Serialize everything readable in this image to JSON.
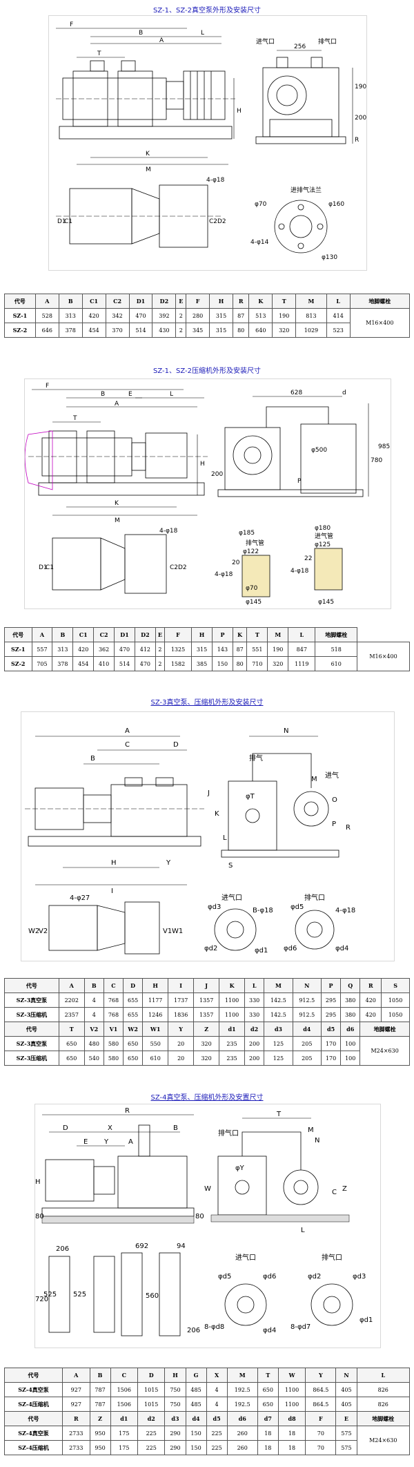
{
  "section1": {
    "title": "SZ-1、SZ-2真空泵外形及安装尺寸",
    "drawing_labels": {
      "dims_top": [
        "F",
        "B",
        "A",
        "L",
        "T"
      ],
      "h_label": "H",
      "k_label": "K",
      "m_label": "M",
      "side_top": "256",
      "side_190": "190",
      "side_200": "200",
      "side_r": "R",
      "inlet": "进气口",
      "outlet": "排气口",
      "foot_holes": "4-φ18",
      "plan_c1": "C1",
      "plan_d1": "D1",
      "plan_c2": "C2",
      "plan_d2": "D2",
      "flange_title": "进排气法兰",
      "phi70": "φ70",
      "phi160": "φ160",
      "phi14": "4-φ14",
      "phi130": "φ130"
    },
    "table": {
      "headers": [
        "代号",
        "A",
        "B",
        "C1",
        "C2",
        "D1",
        "D2",
        "E",
        "F",
        "H",
        "R",
        "K",
        "T",
        "M",
        "L",
        "地脚螺栓"
      ],
      "rows": [
        [
          "SZ-1",
          "528",
          "313",
          "420",
          "342",
          "470",
          "392",
          "2",
          "280",
          "315",
          "87",
          "513",
          "190",
          "813",
          "414"
        ],
        [
          "SZ-2",
          "646",
          "378",
          "454",
          "370",
          "514",
          "430",
          "2",
          "345",
          "315",
          "80",
          "640",
          "320",
          "1029",
          "523"
        ]
      ],
      "bolt": "M16×400"
    }
  },
  "section2": {
    "title": "SZ-1、SZ-2压缩机外形及安装尺寸",
    "drawing_labels": {
      "dims_top": [
        "F",
        "B",
        "E",
        "L",
        "A",
        "T"
      ],
      "h_label": "H",
      "k_label": "K",
      "m_label": "M",
      "side_628": "628",
      "side_d": "d",
      "side_500": "φ500",
      "side_780": "780",
      "side_985": "985",
      "side_200": "200",
      "side_p": "P",
      "foot_holes": "4-φ18",
      "plan_c1": "C1",
      "plan_d1": "D1",
      "plan_c2": "C2",
      "plan_d2": "D2",
      "outlet": "排气管",
      "inlet": "进气管",
      "phi185": "φ185",
      "phi122": "φ122",
      "phi180": "φ180",
      "phi125": "φ125",
      "phi70": "φ70",
      "phi145": "φ145",
      "d18a": "4-φ18",
      "d18b": "4-φ18",
      "n20": "20",
      "n22": "22"
    },
    "table": {
      "headers": [
        "代号",
        "A",
        "B",
        "C1",
        "C2",
        "D1",
        "D2",
        "E",
        "F",
        "H",
        "P",
        "K",
        "T",
        "M",
        "L",
        "地脚螺栓"
      ],
      "rows": [
        [
          "SZ-1",
          "557",
          "313",
          "420",
          "362",
          "470",
          "412",
          "2",
          "1325",
          "315",
          "143",
          "87",
          "551",
          "190",
          "847",
          "518"
        ],
        [
          "SZ-2",
          "705",
          "378",
          "454",
          "410",
          "514",
          "470",
          "2",
          "1582",
          "385",
          "150",
          "80",
          "710",
          "320",
          "1119",
          "610"
        ]
      ],
      "bolt": "M16×400"
    }
  },
  "section3": {
    "title": "SZ-3真空泵、压缩机外形及安装尺寸",
    "drawing_labels": {
      "a": "A",
      "b": "B",
      "c": "C",
      "d": "D",
      "h": "H",
      "y": "Y",
      "i": "I",
      "n": "N",
      "exhaust": "排气",
      "intake": "进气",
      "phi_t": "φT",
      "j": "J",
      "k": "K",
      "l": "L",
      "o": "O",
      "p": "P",
      "r": "R",
      "s": "S",
      "mm": "M",
      "foot": "4-φ27",
      "w1": "W1",
      "w2": "W2",
      "v1": "V1",
      "v2": "V2",
      "in_port": "进气口",
      "out_port": "排气口",
      "d3": "φd3",
      "b18": "B-φ18",
      "d2": "φd2",
      "d1": "φd1",
      "d5": "φd5",
      "f18": "4-φ18",
      "d6": "φd6",
      "d4": "φd4"
    },
    "table": {
      "row_a_headers": [
        "代号",
        "A",
        "B",
        "C",
        "D",
        "H",
        "I",
        "J",
        "K",
        "L",
        "M",
        "N",
        "P",
        "Q",
        "R",
        "S"
      ],
      "rows_a": [
        [
          "SZ-3真空泵",
          "2202",
          "4",
          "768",
          "655",
          "1177",
          "1737",
          "1357",
          "1100",
          "330",
          "142.5",
          "912.5",
          "295",
          "380",
          "420",
          "1050"
        ],
        [
          "SZ-3压缩机",
          "2357",
          "4",
          "768",
          "655",
          "1246",
          "1836",
          "1357",
          "1100",
          "330",
          "142.5",
          "912.5",
          "295",
          "380",
          "420",
          "1050"
        ]
      ],
      "row_b_headers": [
        "代号",
        "T",
        "V2",
        "V1",
        "W2",
        "W1",
        "Y",
        "Z",
        "d1",
        "d2",
        "d3",
        "d4",
        "d5",
        "d6",
        "地脚螺栓"
      ],
      "rows_b": [
        [
          "SZ-3真空泵",
          "650",
          "480",
          "580",
          "650",
          "550",
          "20",
          "320",
          "235",
          "200",
          "125",
          "205",
          "170",
          "100"
        ],
        [
          "SZ-3压缩机",
          "650",
          "540",
          "580",
          "650",
          "610",
          "20",
          "320",
          "235",
          "200",
          "125",
          "205",
          "170",
          "100"
        ]
      ],
      "bolt": "M24×630"
    }
  },
  "section4": {
    "title": "SZ-4真空泵、压缩机外形及安置尺寸",
    "drawing_labels": {
      "r": "R",
      "d": "D",
      "x": "X",
      "e": "E",
      "a": "A",
      "b": "B",
      "y": "Y",
      "h": "H",
      "p80a": "80",
      "p80b": "80",
      "t": "T",
      "exhaust": "排气口",
      "phi_y": "φY",
      "m": "M",
      "n": "N",
      "w": "W",
      "c": "C",
      "z": "Z",
      "l": "L",
      "n206": "206",
      "n692": "692",
      "n94": "94",
      "n720": "720",
      "n525a": "525",
      "n525b": "525",
      "n560": "560",
      "n206b": "206",
      "in_port": "进气口",
      "out_port": "排气口",
      "d5": "φd5",
      "d6": "φd6",
      "d2": "φd2",
      "d3": "φd3",
      "d4": "φd4",
      "d1": "φd1",
      "b8": "8-φd8",
      "b7": "8-φd7"
    },
    "table": {
      "row_a_headers": [
        "代号",
        "A",
        "B",
        "C",
        "D",
        "H",
        "G",
        "X",
        "M",
        "T",
        "W",
        "Y",
        "N",
        "L"
      ],
      "rows_a": [
        [
          "SZ-4真空泵",
          "927",
          "787",
          "1506",
          "1015",
          "750",
          "485",
          "4",
          "192.5",
          "650",
          "1100",
          "864.5",
          "405",
          "826"
        ],
        [
          "SZ-4压缩机",
          "927",
          "787",
          "1506",
          "1015",
          "750",
          "485",
          "4",
          "192.5",
          "650",
          "1100",
          "864.5",
          "405",
          "826"
        ]
      ],
      "row_b_headers": [
        "代号",
        "R",
        "Z",
        "d1",
        "d2",
        "d3",
        "d4",
        "d5",
        "d6",
        "d7",
        "d8",
        "F",
        "E",
        "地脚螺栓"
      ],
      "rows_b": [
        [
          "SZ-4真空泵",
          "2733",
          "950",
          "175",
          "225",
          "290",
          "150",
          "225",
          "260",
          "18",
          "18",
          "70",
          "575"
        ],
        [
          "SZ-4压缩机",
          "2733",
          "950",
          "175",
          "225",
          "290",
          "150",
          "225",
          "260",
          "18",
          "18",
          "70",
          "575"
        ]
      ],
      "bolt": "M24×630"
    }
  }
}
